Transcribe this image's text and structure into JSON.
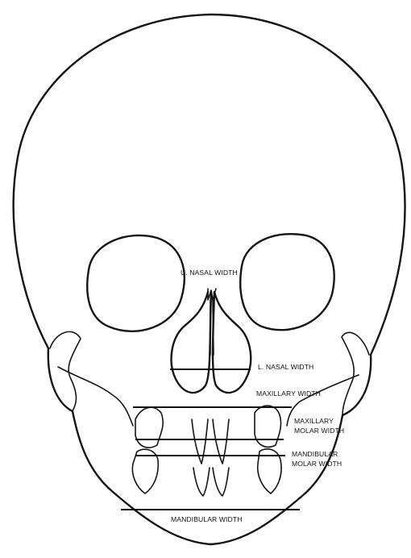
{
  "figure": {
    "labels": {
      "upper_nasal_width": "U. NASAL WIDTH",
      "lower_nasal_width": "L. NASAL WIDTH",
      "maxillary_width": "MAXILLARY WIDTH",
      "maxillary_molar_width_line1": "MAXILLARY",
      "maxillary_molar_width_line2": "MOLAR WIDTH",
      "mandibular_molar_width_line1": "MANDIBULAR",
      "mandibular_molar_width_line2": "MOLAR WIDTH",
      "mandibular_width": "MANDIBULAR WIDTH"
    },
    "colors": {
      "line": "#151515",
      "background": "#ffffff"
    }
  }
}
